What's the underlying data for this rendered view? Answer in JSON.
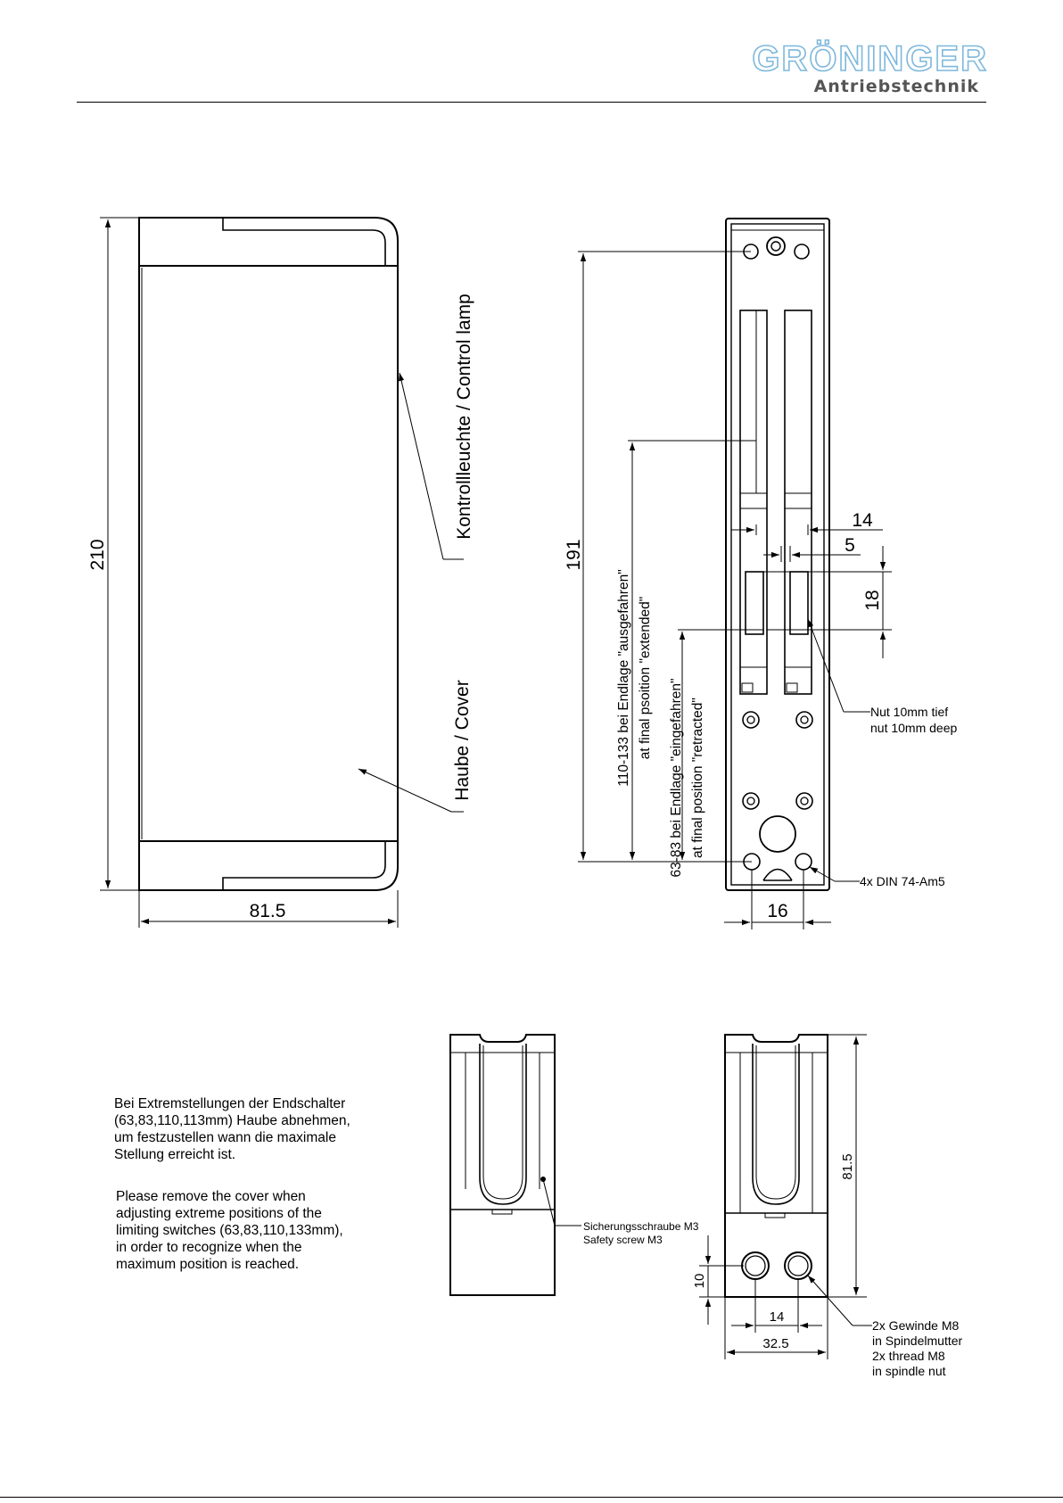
{
  "header": {
    "logo_text": "GRÖNINGER",
    "logo_subtitle": "Antriebstechnik",
    "logo_color": "#7fb8dc"
  },
  "side_view": {
    "height_dim": "210",
    "width_dim": "81.5",
    "lamp_label": "Kontrollleuchte / Control lamp",
    "cover_label": "Haube / Cover"
  },
  "front_view": {
    "total_dim": "191",
    "extended_label_1": "110-133 bei Endlage \"ausgefahren\"",
    "extended_label_2": "at final psoition \"extended\"",
    "retracted_label_1": "63-83 bei Endlage \"eingefahren\"",
    "retracted_label_2": "at final position \"retracted\"",
    "dim_14": "14",
    "dim_5": "5",
    "dim_18": "18",
    "dim_16": "16",
    "groove_label_1": "Nut 10mm tief",
    "groove_label_2": "nut 10mm deep",
    "pin_label": "4x DIN 74-Am5"
  },
  "notes": {
    "german": "Bei Extremstellungen der Endschalter\n(63,83,110,113mm) Haube abnehmen,\num festzustellen wann die maximale\nStellung erreicht ist.",
    "english": "Please remove the cover when\nadjusting extreme positions of the\nlimiting switches (63,83,110,133mm),\nin order to recognize when the\nmaximum position is reached."
  },
  "bottom_left_view": {
    "screw_label_1": "Sicherungsschraube M3",
    "screw_label_2": "Safety screw M3"
  },
  "bottom_right_view": {
    "height_dim": "81.5",
    "dim_10": "10",
    "dim_14": "14",
    "dim_32_5": "32.5",
    "thread_label_1": "2x Gewinde M8",
    "thread_label_2": "in Spindelmutter",
    "thread_label_3": "2x thread M8",
    "thread_label_4": "in spindle nut"
  }
}
